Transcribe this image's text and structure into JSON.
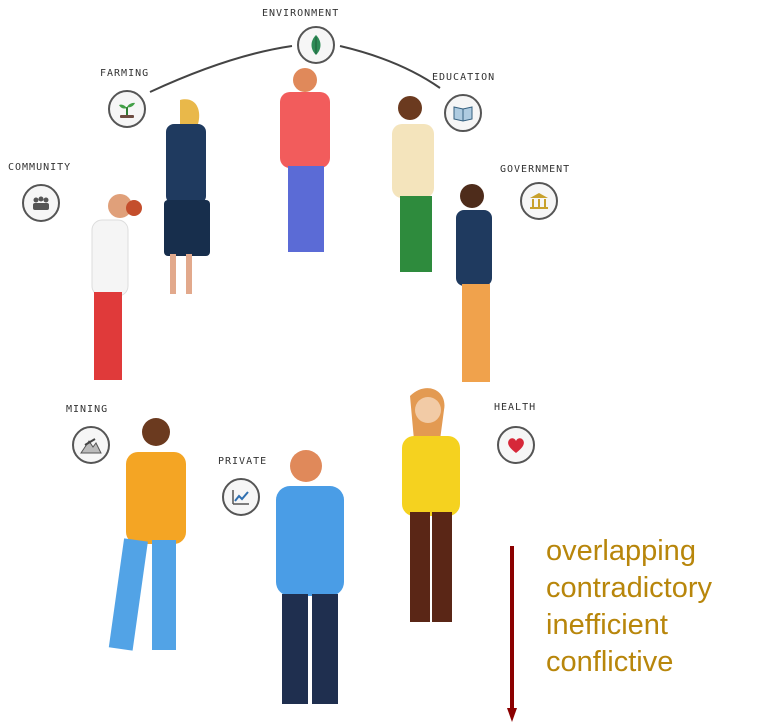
{
  "sectors": {
    "environment": {
      "label": "ENVIRONMENT",
      "icon": "leaf-icon"
    },
    "farming": {
      "label": "FARMING",
      "icon": "sprout-icon"
    },
    "education": {
      "label": "EDUCATION",
      "icon": "book-icon"
    },
    "community": {
      "label": "COMMUNITY",
      "icon": "people-icon"
    },
    "government": {
      "label": "GOVERNMENT",
      "icon": "building-icon"
    },
    "mining": {
      "label": "MINING",
      "icon": "mountain-icon"
    },
    "health": {
      "label": "HEALTH",
      "icon": "heart-icon"
    },
    "private": {
      "label": "PRIVATE",
      "icon": "chart-icon"
    }
  },
  "descriptors": [
    "overlapping",
    "contradictory",
    "inefficient",
    "conflictive"
  ],
  "colors": {
    "descriptor_text": "#b8860b",
    "arrow": "#8b0000",
    "leaf": "#2e8b57",
    "heart": "#d62839"
  }
}
